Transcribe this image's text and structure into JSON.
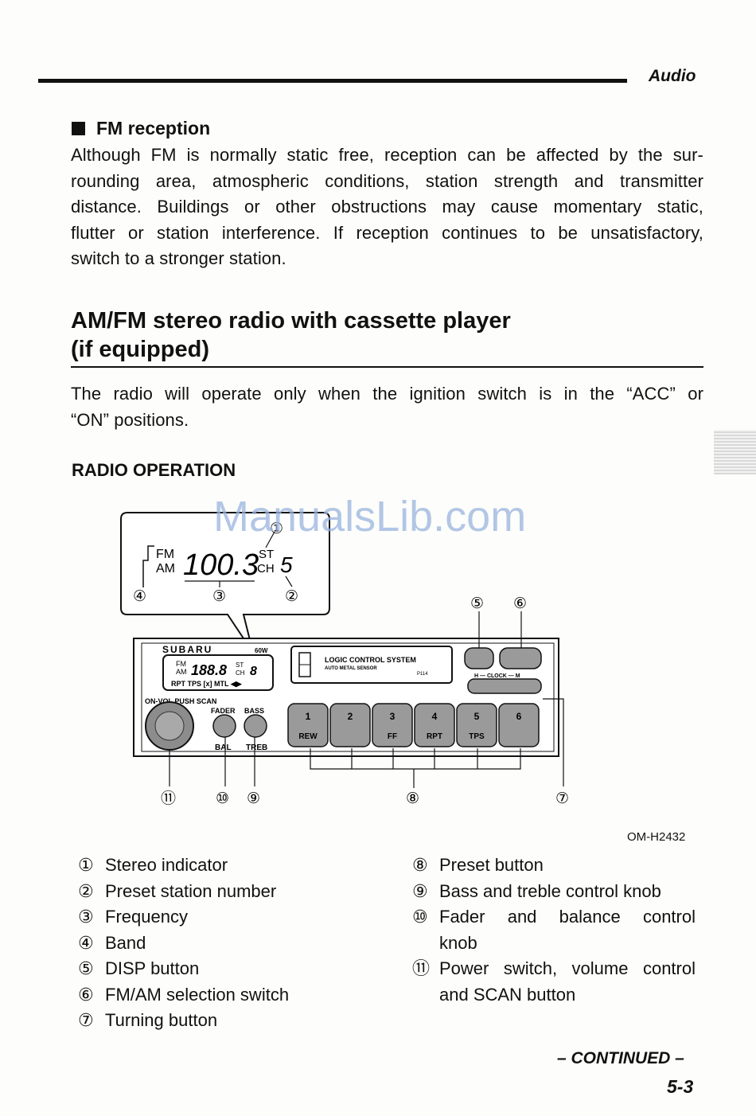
{
  "header": {
    "section": "Audio"
  },
  "fm_reception": {
    "heading": "FM reception",
    "lines": [
      "Although FM is normally static free, reception can be affected by the sur-",
      "rounding area, atmospheric conditions, station strength and transmitter",
      "distance. Buildings or other obstructions may cause momentary static,",
      "flutter or station interference. If reception continues to be unsatisfactory,",
      "switch to a stronger station."
    ]
  },
  "section": {
    "title_line1": "AM/FM stereo radio with cassette player",
    "title_line2": "(if equipped)",
    "intro_lines": [
      "The radio will operate only when the ignition switch is in the “ACC” or",
      "“ON” positions."
    ],
    "subheading": "RADIO OPERATION"
  },
  "watermark": "ManualsLib.com",
  "figure": {
    "code": "OM-H2432",
    "display": {
      "band_fm": "FM",
      "band_am": "AM",
      "frequency": "100.3",
      "st": "ST",
      "ch": "CH",
      "preset": "5"
    },
    "unit": {
      "brand": "SUBARU",
      "watt": "60W",
      "lcd_small": "188.8",
      "lcd_fm": "FM",
      "lcd_am": "AM",
      "lcd_st": "ST",
      "lcd_ch": "CH",
      "lcd_num": "8",
      "lcd_status": "RPT  TPS  [x]  MTL  ◀▶",
      "logic_title": "LOGIC  CONTROL  SYSTEM",
      "logic_sub": "AUTO  METAL  SENSOR",
      "logic_model": "P114",
      "knob_label": "ON-VOL PUSH SCAN",
      "fader": "FADER",
      "bass": "BASS",
      "bal": "BAL",
      "treb": "TREB",
      "clock": "H — CLOCK — M",
      "presets": [
        "1",
        "2",
        "3",
        "4",
        "5",
        "6"
      ],
      "preset_labels": [
        "REW",
        "",
        "FF",
        "RPT",
        "TPS",
        ""
      ]
    },
    "callouts": [
      "①",
      "②",
      "③",
      "④",
      "⑤",
      "⑥",
      "⑦",
      "⑧",
      "⑨",
      "⑩",
      "⑪"
    ]
  },
  "legend_left": [
    {
      "num": "①",
      "text": "Stereo indicator"
    },
    {
      "num": "②",
      "text": "Preset station number"
    },
    {
      "num": "③",
      "text": "Frequency"
    },
    {
      "num": "④",
      "text": "Band"
    },
    {
      "num": "⑤",
      "text": "DISP button"
    },
    {
      "num": "⑥",
      "text": "FM/AM selection switch"
    },
    {
      "num": "⑦",
      "text": "Turning button"
    }
  ],
  "legend_right": [
    {
      "num": "⑧",
      "text": "Preset button"
    },
    {
      "num": "⑨",
      "text": "Bass and treble control knob"
    },
    {
      "num": "⑩",
      "text": "Fader and balance control"
    },
    {
      "num": "",
      "text": "knob"
    },
    {
      "num": "⑪",
      "text": "Power switch, volume control"
    },
    {
      "num": "",
      "text": "and SCAN button"
    }
  ],
  "footer": {
    "continued": "– CONTINUED –",
    "page": "5-3"
  }
}
